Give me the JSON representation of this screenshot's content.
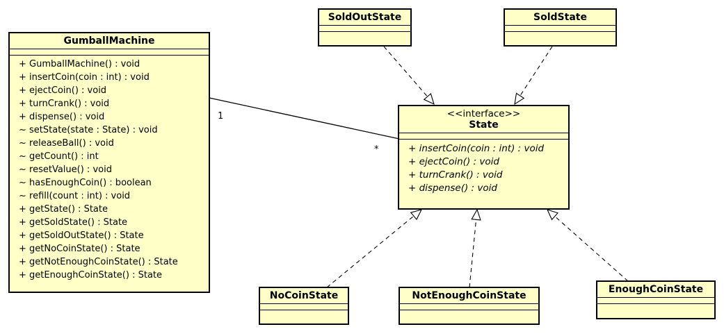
{
  "classes": {
    "gumball": {
      "name": "GumballMachine",
      "operations": [
        "+ GumballMachine() : void",
        "+ insertCoin(coin : int) : void",
        "+ ejectCoin() : void",
        "+ turnCrank() : void",
        "+ dispense() : void",
        "~ setState(state : State) : void",
        "~ releaseBall() : void",
        "~ getCount() : int",
        "~ resetValue() : void",
        "~ hasEnoughCoin() : boolean",
        "~ refill(count : int) : void",
        "+ getState() : State",
        "+ getSoldState() : State",
        "+ getSoldOutState() : State",
        "+ getNoCoinState() : State",
        "+ getNotEnoughCoinState() : State",
        "+ getEnoughCoinState() : State"
      ]
    },
    "state": {
      "stereotype": "<<interface>>",
      "name": "State",
      "operations": [
        "+ insertCoin(coin : int) : void",
        "+ ejectCoin() : void",
        "+ turnCrank() : void",
        "+ dispense() : void"
      ]
    },
    "sold_out": {
      "name": "SoldOutState"
    },
    "sold": {
      "name": "SoldState"
    },
    "no_coin": {
      "name": "NoCoinState"
    },
    "not_enough": {
      "name": "NotEnoughCoinState"
    },
    "enough": {
      "name": "EnoughCoinState"
    }
  },
  "association": {
    "source_multiplicity": "1",
    "target_multiplicity": "*"
  },
  "colors": {
    "class_fill": "#ffffc8",
    "line": "#000000"
  }
}
